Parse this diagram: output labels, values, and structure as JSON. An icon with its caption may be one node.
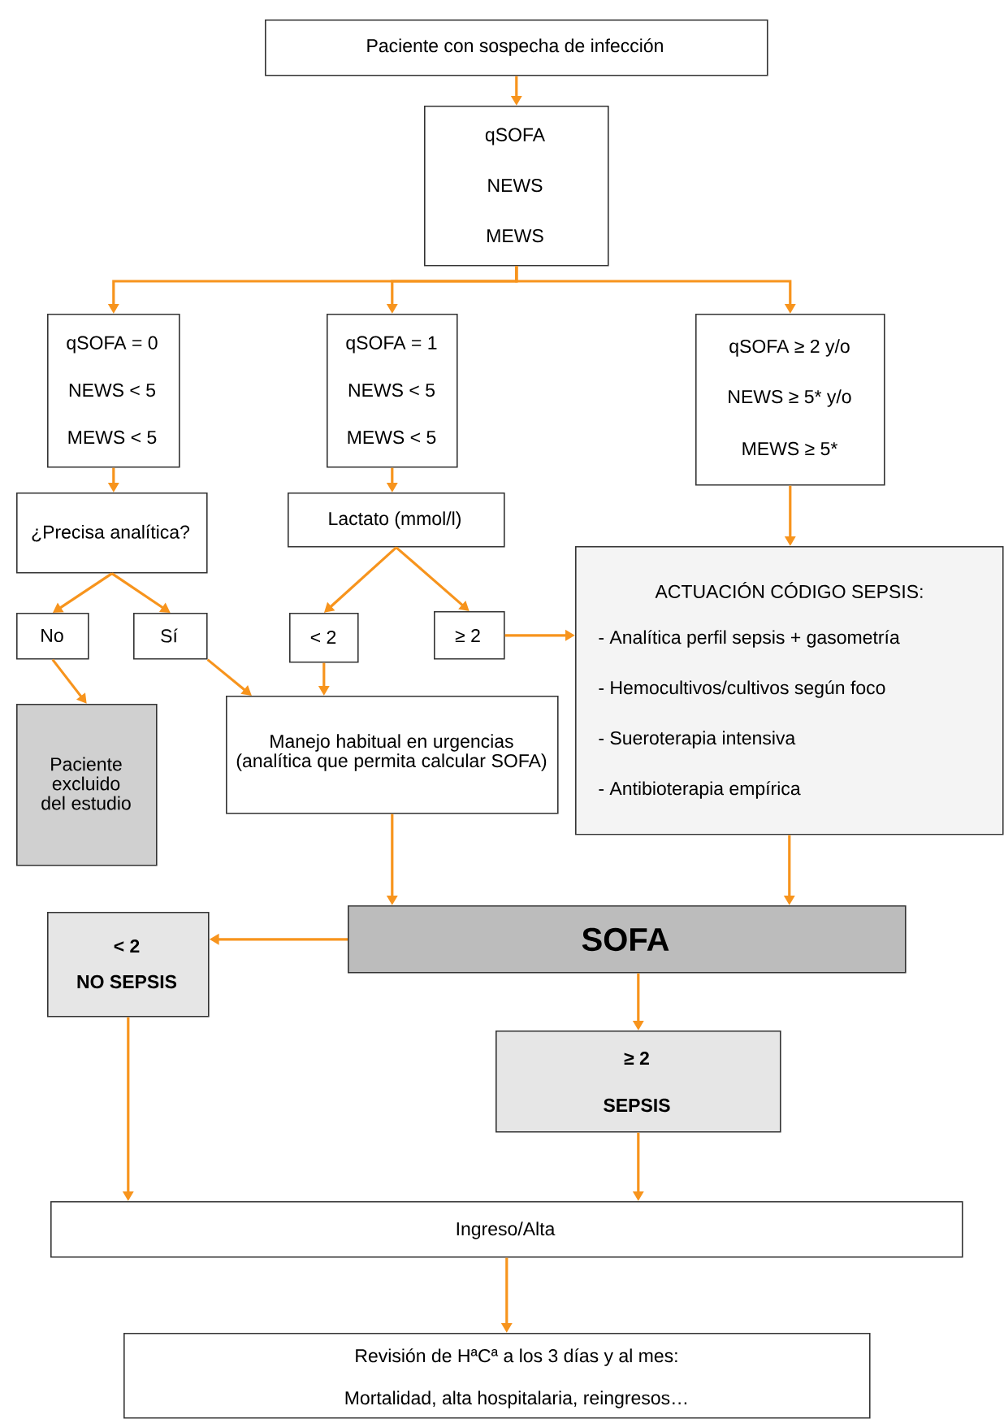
{
  "diagram": {
    "nodes": [
      {
        "text": [
          "Paciente con sospecha de infección"
        ]
      },
      {
        "text": [
          "qSOFA",
          "NEWS",
          "MEWS"
        ]
      },
      {
        "text": [
          "qSOFA = 0",
          "NEWS < 5",
          "MEWS < 5"
        ]
      },
      {
        "text": [
          "qSOFA = 1",
          "NEWS < 5",
          "MEWS < 5"
        ]
      },
      {
        "text": [
          "qSOFA ≥ 2 y/o",
          "NEWS ≥ 5* y/o",
          "MEWS ≥ 5*"
        ]
      },
      {
        "text": [
          "¿Precisa analítica?"
        ]
      },
      {
        "text": [
          "Lactato (mmol/l)"
        ]
      },
      {
        "text": [
          "No"
        ]
      },
      {
        "text": [
          "Sí"
        ]
      },
      {
        "text": [
          "< 2"
        ]
      },
      {
        "text": [
          "≥ 2"
        ]
      },
      {
        "text": [
          "ACTUACIÓN CÓDIGO SEPSIS:",
          "- Analítica perfil sepsis + gasometría",
          "- Hemocultivos/cultivos según foco",
          "- Sueroterapia intensiva",
          "- Antibioterapia empírica"
        ]
      },
      {
        "text": [
          "Paciente excluido del estudio"
        ]
      },
      {
        "text": [
          "Manejo habitual en urgencias (analítica que permita calcular SOFA)"
        ]
      },
      {
        "text": [
          "SOFA"
        ]
      },
      {
        "text": [
          "< 2",
          "NO SEPSIS"
        ]
      },
      {
        "text": [
          "≥ 2",
          "SEPSIS"
        ]
      },
      {
        "text": [
          "Ingreso/Alta"
        ]
      },
      {
        "text": [
          "Revisión de HªCª a los 3 días y al mes:",
          "Mortalidad, alta hospitalaria, reingresos…"
        ]
      }
    ],
    "edges": [
      {
        "from": 0,
        "to": 1,
        "arrow": "to"
      },
      {
        "from": 1,
        "to": 2,
        "arrow": "to"
      },
      {
        "from": 1,
        "to": 3,
        "arrow": "to"
      },
      {
        "from": 1,
        "to": 4,
        "arrow": "to"
      },
      {
        "from": 2,
        "to": 5,
        "arrow": "to"
      },
      {
        "from": 3,
        "to": 6,
        "arrow": "to"
      },
      {
        "from": 4,
        "to": 11,
        "arrow": "to"
      },
      {
        "from": 5,
        "to": 7,
        "arrow": "to"
      },
      {
        "from": 5,
        "to": 8,
        "arrow": "to"
      },
      {
        "from": 6,
        "to": 9,
        "arrow": "to"
      },
      {
        "from": 6,
        "to": 10,
        "arrow": "to"
      },
      {
        "from": 10,
        "to": 11,
        "arrow": "to"
      },
      {
        "from": 7,
        "to": 12,
        "arrow": "to"
      },
      {
        "from": 8,
        "to": 13,
        "arrow": "to"
      },
      {
        "from": 9,
        "to": 13,
        "arrow": "to"
      },
      {
        "from": 13,
        "to": 14,
        "arrow": "to"
      },
      {
        "from": 11,
        "to": 14,
        "arrow": "to"
      },
      {
        "from": 14,
        "to": 15,
        "arrow": "to"
      },
      {
        "from": 14,
        "to": 16,
        "arrow": "to"
      },
      {
        "from": 15,
        "to": 17,
        "arrow": "to"
      },
      {
        "from": 16,
        "to": 17,
        "arrow": "to"
      },
      {
        "from": 17,
        "to": 18,
        "arrow": "to"
      }
    ]
  }
}
